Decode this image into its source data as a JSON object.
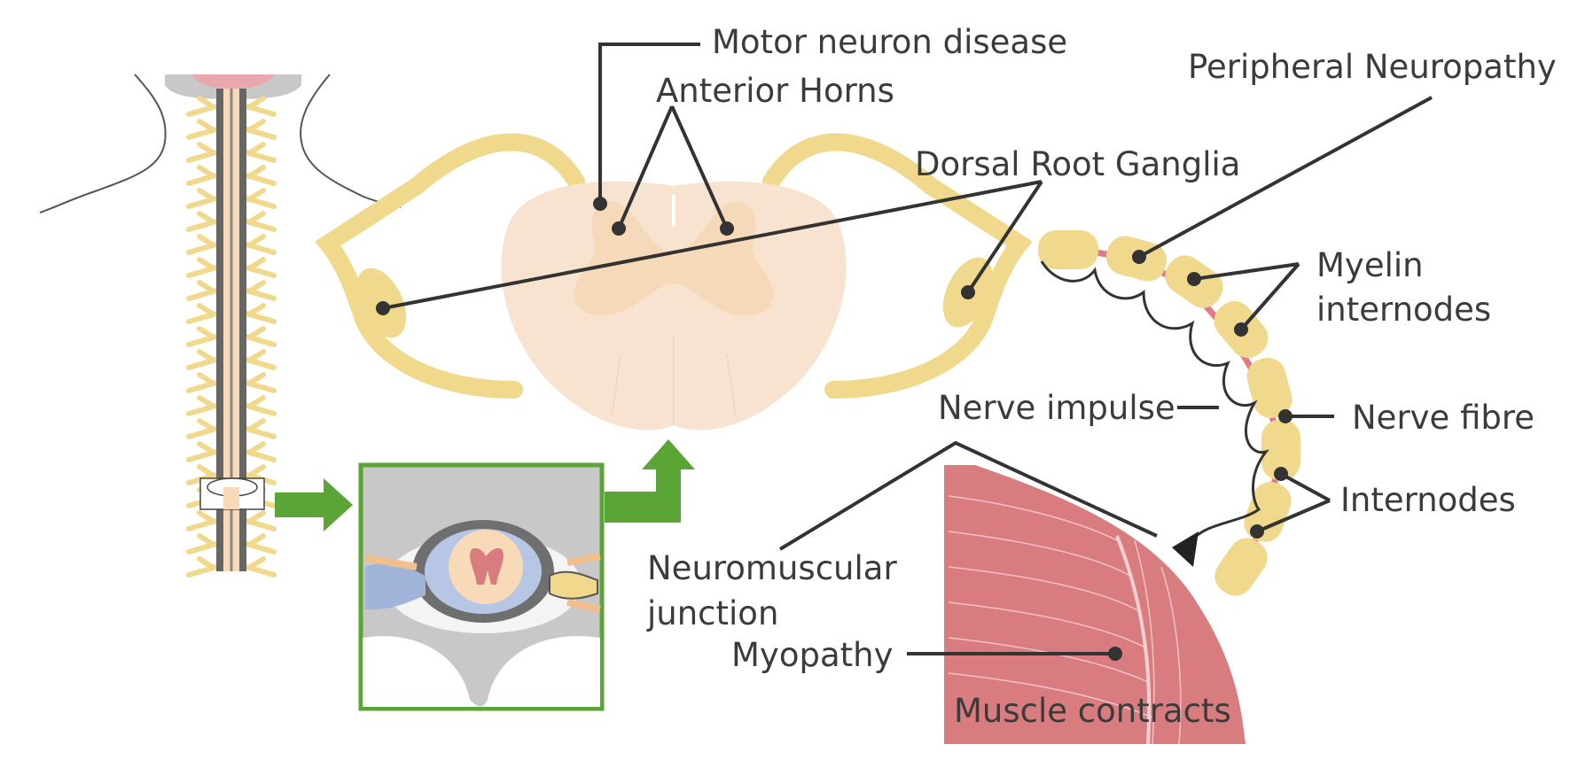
{
  "labels": {
    "motor_neuron_disease": "Motor neuron disease",
    "anterior_horns": "Anterior Horns",
    "peripheral_neuropathy": "Peripheral Neuropathy",
    "dorsal_root_ganglia": "Dorsal Root Ganglia",
    "myelin_internodes_line1": "Myelin",
    "myelin_internodes_line2": "internodes",
    "nerve_impulse": "Nerve impulse",
    "nerve_fibre": "Nerve fibre",
    "internodes": "Internodes",
    "neuromuscular_junction_line1": "Neuromuscular",
    "neuromuscular_junction_line2": "junction",
    "myopathy": "Myopathy",
    "muscle_contracts": "Muscle contracts"
  },
  "colors": {
    "nerve_yellow": "#f0d98c",
    "spinal_cord": "#f8e3d0",
    "grey_matter": "#f6d9b8",
    "muscle": "#d87c80",
    "node_pink": "#e07b85",
    "arrow_green": "#5aa536",
    "label_text": "#3b3b3b",
    "leader_line": "#333333",
    "vertebra_grey": "#c8c8c8",
    "csf_blue": "#9fb4d8"
  },
  "icons": [
    "spinal-column-icon",
    "spinal-cross-section-icon",
    "myelinated-axon-icon",
    "muscle-icon",
    "green-arrow-icon"
  ]
}
